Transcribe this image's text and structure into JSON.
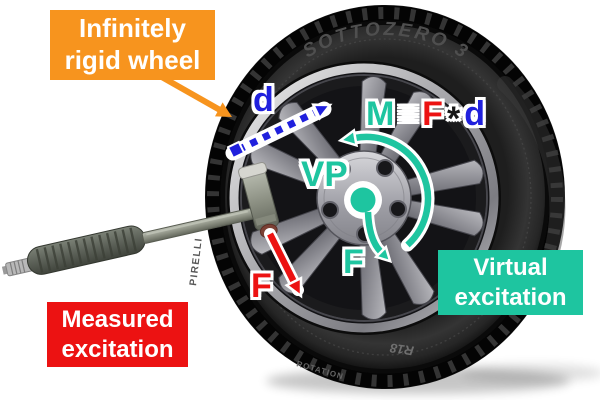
{
  "figure": {
    "description": "Impact hammer excitation of a rigid wheel with virtual point transformation"
  },
  "colors": {
    "orange": "#F7941E",
    "red": "#EC1212",
    "teal": "#1EC5A0",
    "blue": "#2020DD",
    "white": "#FFFFFF",
    "background": "#FFFFFF"
  },
  "callouts": {
    "rigid_wheel_label": "Infinitely rigid wheel",
    "measured_excitation_label": "Measured excitation",
    "virtual_excitation_label": "Virtual excitation"
  },
  "annotations": {
    "moment_arm": "d",
    "equation": {
      "moment": "M",
      "equiv": "≡",
      "force": "F",
      "times": "*",
      "arm": "d"
    },
    "virtual_point": "VP",
    "virtual_force": "F",
    "measured_force": "F"
  },
  "tire_markings": {
    "model": "SOTTOZERO 3",
    "brand": "PIRELLI",
    "rotation": "ROTATION",
    "rim_size": "R18"
  }
}
